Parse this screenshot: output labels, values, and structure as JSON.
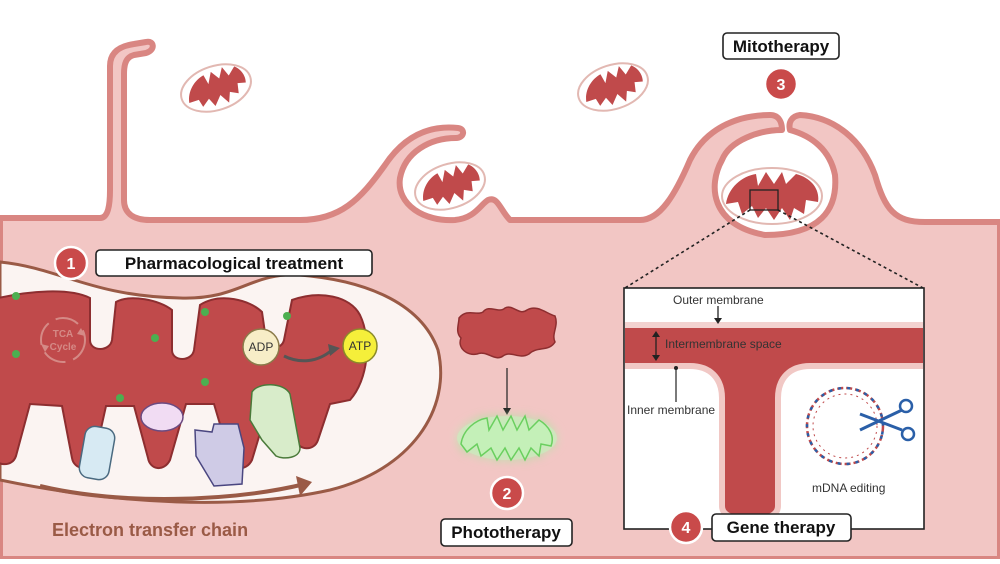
{
  "colors": {
    "cytoplasm": "#f2c6c4",
    "membrane": "#d98682",
    "mito_fill": "#c04a4b",
    "mito_outline": "#8d2e30",
    "number_badge": "#c94a4a",
    "etc_arrow": "#9a5a46",
    "glow_green": "#9fe39a"
  },
  "labels": {
    "pharmacological": "Pharmacological treatment",
    "phototherapy": "Phototherapy",
    "mitotherapy": "Mitotherapy",
    "gene_therapy": "Gene therapy",
    "electron_chain": "Electron transfer chain"
  },
  "numbers": {
    "n1": "1",
    "n2": "2",
    "n3": "3",
    "n4": "4"
  },
  "inset": {
    "tca_line1": "TCA",
    "tca_line2": "Cycle",
    "adp": "ADP",
    "atp": "ATP"
  },
  "membrane_detail": {
    "outer": "Outer membrane",
    "intermembrane": "Intermembrane space",
    "inner": "Inner membrane",
    "editing": "mDNA editing"
  },
  "icons": [
    "mitochondrion-icon",
    "dna-icon",
    "scissors-icon",
    "cycle-arrows-icon"
  ]
}
